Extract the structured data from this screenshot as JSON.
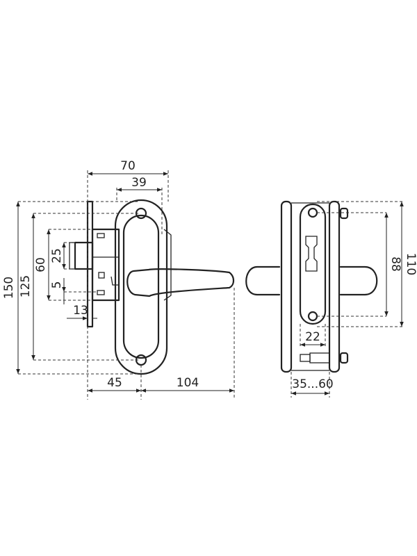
{
  "dimensions": {
    "total_height": "150",
    "plate_hole_spacing": "125",
    "lock_case_height": "60",
    "latch_height": "25",
    "backset_small": "5",
    "faceplate_depth": "13",
    "width_70": "70",
    "width_39": "39",
    "handle_offset": "45",
    "handle_length": "104",
    "side_hole_spacing": "88",
    "side_plate_height": "110",
    "cylinder_width": "22",
    "door_thickness": "35...60"
  }
}
